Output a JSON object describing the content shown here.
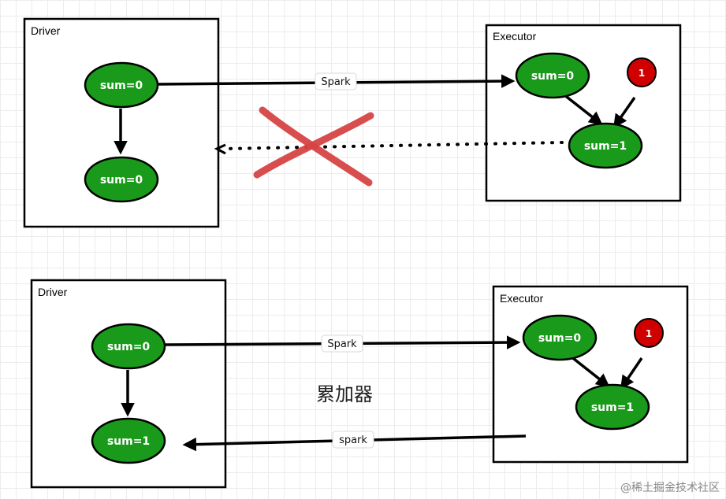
{
  "top": {
    "driver": {
      "title": "Driver",
      "node_a": "sum=0",
      "node_b": "sum=0"
    },
    "executor": {
      "title": "Executor",
      "node_a": "sum=0",
      "node_b": "sum=1",
      "badge": "1"
    },
    "forward_label": "Spark"
  },
  "bottom": {
    "driver": {
      "title": "Driver",
      "node_a": "sum=0",
      "node_b": "sum=1"
    },
    "executor": {
      "title": "Executor",
      "node_a": "sum=0",
      "node_b": "sum=1",
      "badge": "1"
    },
    "forward_label": "Spark",
    "return_label": "spark",
    "caption": "累加器"
  },
  "watermark": "@稀土掘金技术社区",
  "colors": {
    "node": "#1a9a1a",
    "badge": "#d10000",
    "cross": "#d64545"
  }
}
